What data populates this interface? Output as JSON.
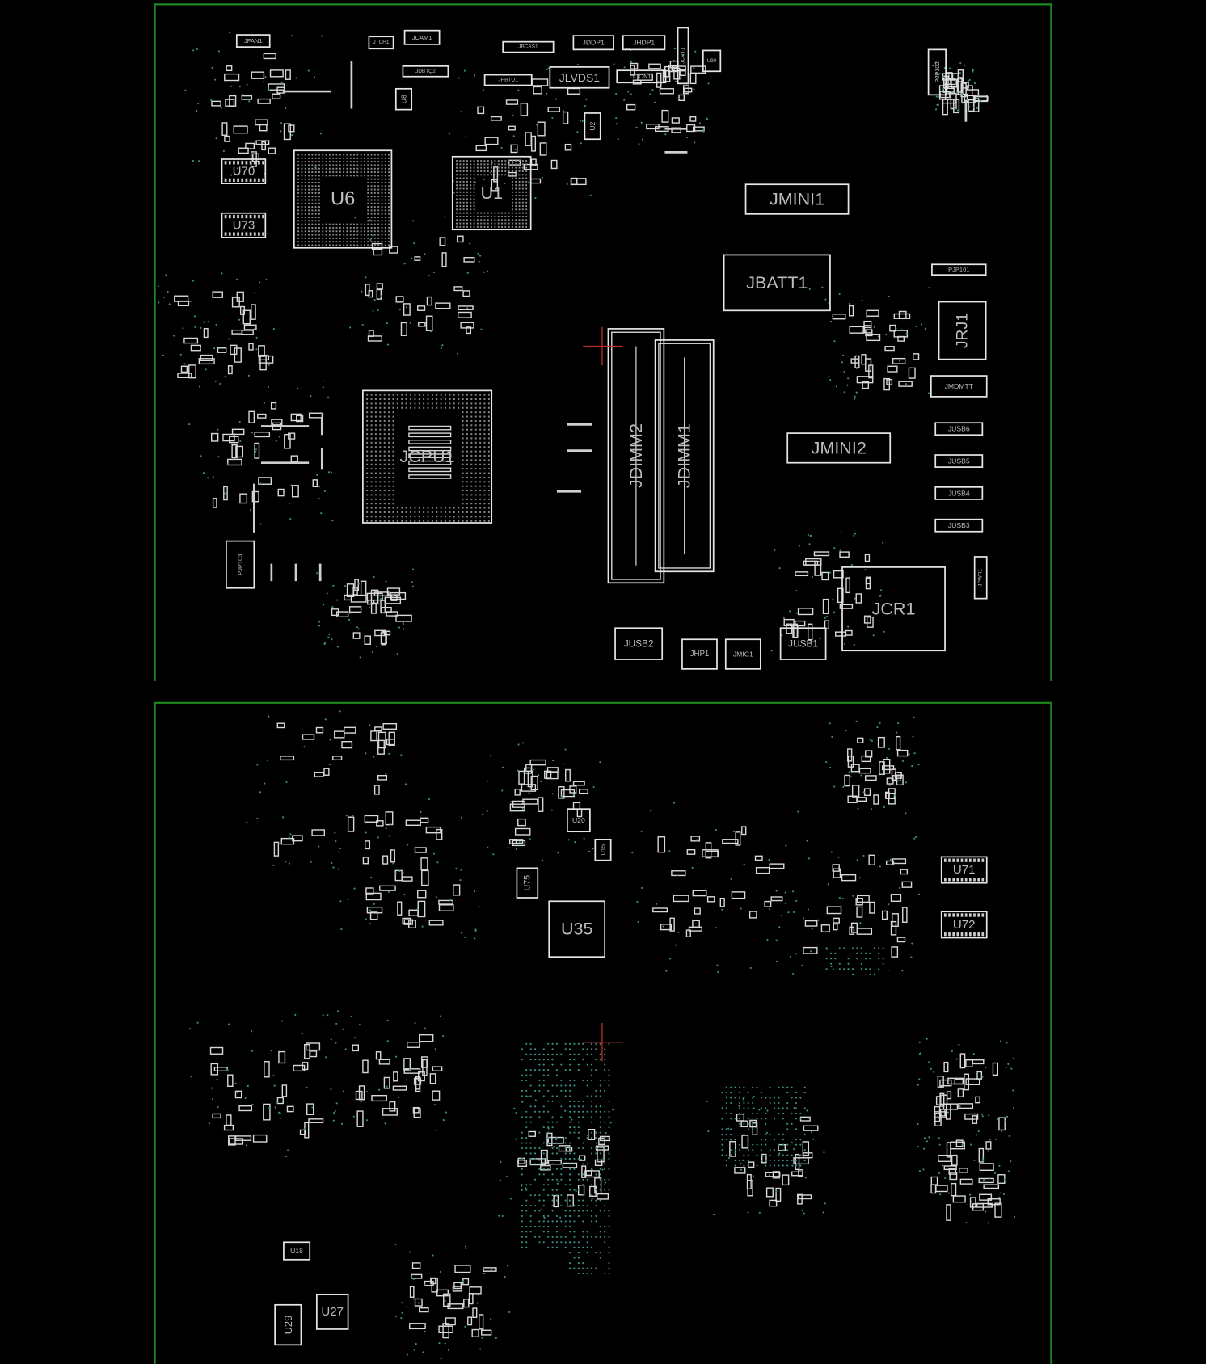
{
  "top_side": {
    "components": {
      "JFAN1": "JFAN1",
      "JTCH1": "JTCH1",
      "JCAM1": "JCAM1",
      "JDBTQ2": "JDBTQ2",
      "JBCAS1": "JBCAS1",
      "JHBTQ1": "JHBTQ1",
      "JLVDS1": "JLVDS1",
      "JDDP1": "JDDP1",
      "JHDP1": "JHDP1",
      "JCON1": "JCON1",
      "JCRT1": "JCRT1",
      "U30": "U30",
      "U8": "U8",
      "U2": "U2",
      "U6": "U6",
      "U1": "U1",
      "U70": "U70",
      "U73": "U73",
      "JMINI1": "JMINI1",
      "JBATT1": "JBATT1",
      "PJP102": "PJP102",
      "PJP101": "PJP101",
      "JRJ1": "JRJ1",
      "JMDM1": "JMDMTT",
      "JUSB6": "JUSB6",
      "JUSB5": "JUSB5",
      "JUSB4": "JUSB4",
      "JUSB3": "JUSB3",
      "JPWR1": "JPWR1",
      "JMINI2": "JMINI2",
      "JCR1": "JCR1",
      "JUSB1": "JUSB1",
      "JUSB2": "JUSB2",
      "JHP1": "JHP1",
      "JMIC1": "JMIC1",
      "JDIMM2": "JDIMM2",
      "JDIMM1": "JDIMM1",
      "JCPU1": "JCPU1",
      "PJP103": "PJP103"
    }
  },
  "bottom_side": {
    "components": {
      "U35": "U35",
      "U75": "U75",
      "U20": "U20",
      "U15": "U15",
      "U71": "U71",
      "U72": "U72",
      "U27": "U27",
      "U29": "U29",
      "U18": "U18"
    }
  },
  "colors": {
    "outline": "#1e8a1e",
    "part": "#d8d8d8",
    "via": "#3d8f86",
    "crosshair": "#c0302a",
    "background": "#000000"
  }
}
